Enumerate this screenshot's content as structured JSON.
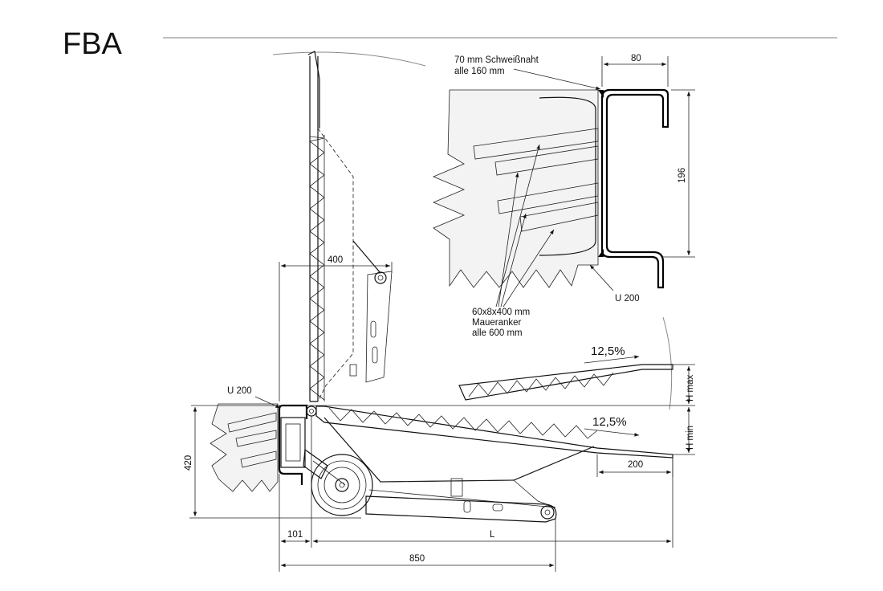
{
  "title": "FBA",
  "detail": {
    "weld_line1": "70 mm Schweißnaht",
    "weld_line2": "alle 160 mm",
    "dim_width": "80",
    "dim_height": "196",
    "channel": "U 200",
    "anchor_line1": "60x8x400 mm",
    "anchor_line2": "Maueranker",
    "anchor_line3": "alle 600 mm"
  },
  "main": {
    "dim_400": "400",
    "channel_label": "U 200",
    "dim_420": "420",
    "dim_101": "101",
    "dim_L": "L",
    "dim_850": "850",
    "dim_200": "200",
    "slope_upper": "12,5%",
    "slope_lower": "12,5%",
    "h_max": "H max",
    "h_min": "H min"
  }
}
